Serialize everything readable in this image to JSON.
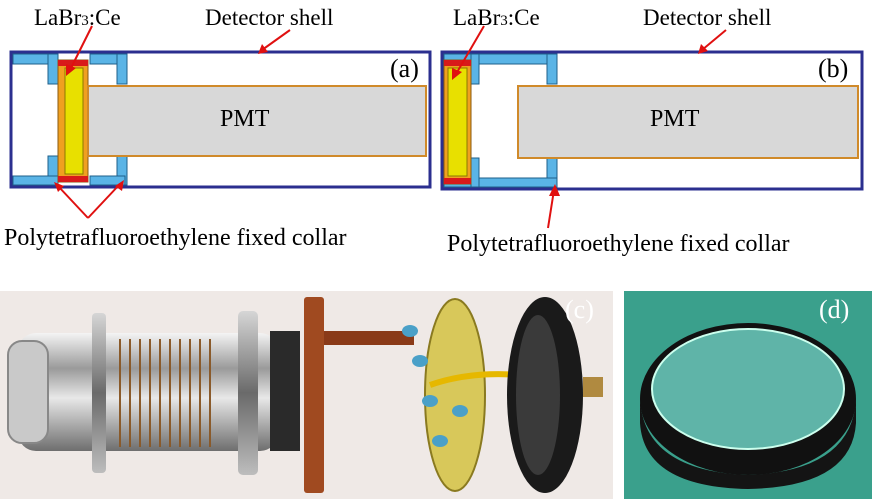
{
  "diagram_a": {
    "crystal_label_main": "LaBr",
    "crystal_label_sub": "3",
    "crystal_label_tail": ":Ce",
    "shell_label": "Detector shell",
    "pmt_label": "PMT",
    "panel_tag": "(a)",
    "collar_label": "Polytetrafluoroethylene fixed collar"
  },
  "diagram_b": {
    "crystal_label_main": "LaBr",
    "crystal_label_sub": "3",
    "crystal_label_tail": ":Ce",
    "shell_label": "Detector shell",
    "pmt_label": "PMT",
    "panel_tag": "(b)",
    "collar_label": "Polytetrafluoroethylene fixed collar"
  },
  "photo_c": {
    "panel_tag": "(c)"
  },
  "photo_d": {
    "panel_tag": "(d)"
  },
  "colors": {
    "shell": "#2b2f8f",
    "collar": "#5ab4e6",
    "crystal_yellow": "#e8e000",
    "crystal_orange": "#f0a020",
    "crystal_red": "#d81a1a",
    "pmt_fill": "#d8d8d8",
    "pmt_border": "#d08a2a",
    "arrow": "#e01010",
    "photo_d_bg": "#3aa08c"
  }
}
